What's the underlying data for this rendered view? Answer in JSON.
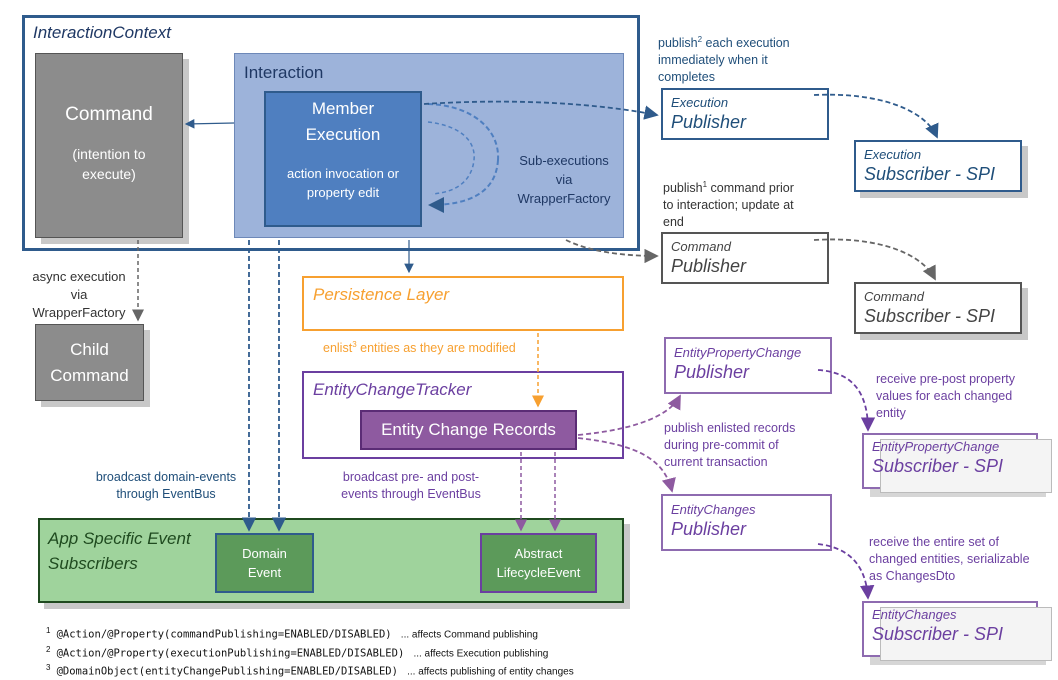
{
  "interaction_context": {
    "title": "InteractionContext"
  },
  "command_box": {
    "title": "Command",
    "subtitle": "(intention to execute)"
  },
  "interaction": {
    "title": "Interaction"
  },
  "member_execution": {
    "title": "Member Execution",
    "detail": "action invocation or property edit"
  },
  "sub_executions": {
    "text": "Sub-executions via WrapperFactory"
  },
  "async_note": {
    "text": "async execution via WrapperFactory"
  },
  "child_command": {
    "title": "Child Command"
  },
  "persistence_layer": {
    "title": "Persistence Layer"
  },
  "enlist_note": {
    "sup": "3",
    "pre": "enlist",
    "post": " entities as they are modified"
  },
  "entity_change_tracker": {
    "title": "EntityChangeTracker"
  },
  "entity_change_records": {
    "title": "Entity Change Records"
  },
  "broadcast_domain_note": {
    "text": "broadcast domain-events through EventBus"
  },
  "broadcast_prepost_note": {
    "text": "broadcast pre- and post-events through EventBus"
  },
  "app_subscribers": {
    "title": "App Specific Event Subscribers",
    "domain_event": "Domain Event",
    "lifecycle_event": "Abstract LifecycleEvent"
  },
  "publish_execution_note": {
    "pre": "publish",
    "sup": "2",
    "post": " each execution immediately when it completes"
  },
  "execution_publisher": {
    "label": "Execution",
    "name": "Publisher"
  },
  "execution_subscriber": {
    "label": "Execution",
    "name": "Subscriber - SPI"
  },
  "publish_command_note": {
    "pre": "publish",
    "sup": "1",
    "post": " command prior to interaction; update at end"
  },
  "command_publisher": {
    "label": "Command",
    "name": "Publisher"
  },
  "command_subscriber": {
    "label": "Command",
    "name": "Subscriber - SPI"
  },
  "entity_property_change_publisher": {
    "label": "EntityPropertyChange",
    "name": "Publisher"
  },
  "receive_prepost_note": {
    "text": "receive pre-post property values for each changed entity"
  },
  "entity_property_change_subscriber": {
    "label": "EntityPropertyChange",
    "name": "Subscriber - SPI"
  },
  "publish_enlisted_note": {
    "text": "publish enlisted records during pre-commit of current transaction"
  },
  "entity_changes_publisher": {
    "label": "EntityChanges",
    "name": "Publisher"
  },
  "receive_entire_note": {
    "text": "receive the entire set of changed entities, serializable as ChangesDto"
  },
  "entity_changes_subscriber": {
    "label": "EntityChanges",
    "name": "Subscriber - SPI"
  },
  "footnotes": [
    {
      "num": "1",
      "code": "@Action/@Property(commandPublishing=ENABLED/DISABLED)",
      "text": "... affects Command publishing"
    },
    {
      "num": "2",
      "code": "@Action/@Property(executionPublishing=ENABLED/DISABLED)",
      "text": "... affects Execution publishing"
    },
    {
      "num": "3",
      "code": "@DomainObject(entityChangePublishing=ENABLED/DISABLED)",
      "text": "... affects publishing of entity changes"
    }
  ],
  "colors": {
    "context_border": "#2f5b8c",
    "interaction_fill": "#9db3da",
    "member_fill": "#4f7fc0",
    "command_fill": "#8c8c8c",
    "persistence": "#f7a030",
    "tracker": "#6b3fa0",
    "records_fill": "#8e5aa0",
    "subscribers_fill": "#9fd39c",
    "domain_event_fill": "#5c9a5a",
    "execution_text": "#1f4e79",
    "entity_text": "#6b3fa0"
  }
}
